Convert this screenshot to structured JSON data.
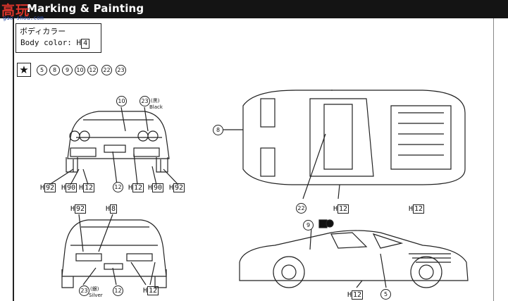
{
  "header": {
    "title": "Marking & Painting"
  },
  "watermark": {
    "cn": "高玩",
    "url": "gao-shou.com"
  },
  "color_box": {
    "jp_label": "ボディカラー",
    "body_color_label": "Body color:",
    "h_prefix": "H",
    "h_number": "4"
  },
  "star_row": {
    "icon": "star-icon",
    "colors": [
      "5",
      "8",
      "9",
      "10",
      "12",
      "22",
      "23"
    ]
  },
  "rear_view": {
    "callouts_top": [
      {
        "num": "10"
      },
      {
        "num": "23",
        "note_cn": "(黒)",
        "note_en": "Black"
      }
    ],
    "labels_bottom": [
      {
        "h": "H",
        "n": "92"
      },
      {
        "h": "H",
        "n": "90"
      },
      {
        "h": "H",
        "n": "12"
      },
      {
        "num": "12"
      },
      {
        "h": "H",
        "n": "12"
      },
      {
        "h": "H",
        "n": "90"
      },
      {
        "h": "H",
        "n": "92"
      }
    ]
  },
  "front_view": {
    "labels_top": [
      {
        "h": "H",
        "n": "92"
      },
      {
        "h": "H",
        "n": "8"
      }
    ],
    "labels_bottom": [
      {
        "num": "23",
        "note_cn": "(銀)",
        "note_en": "Silver"
      },
      {
        "num": "12"
      },
      {
        "h": "H",
        "n": "12"
      }
    ]
  },
  "top_view": {
    "callouts": [
      {
        "num": "8"
      },
      {
        "num": "22"
      }
    ],
    "labels": [
      {
        "h": "H",
        "n": "12"
      },
      {
        "h": "H",
        "n": "12"
      }
    ]
  },
  "side_view": {
    "callouts": [
      {
        "num": "9"
      },
      {
        "num": "5"
      }
    ],
    "labels": [
      {
        "h": "H",
        "n": "12"
      }
    ]
  },
  "colors": {
    "header_bg": "#141414",
    "line": "#222222",
    "watermark_red": "#d9342b",
    "watermark_blue": "#2e4fa8"
  }
}
